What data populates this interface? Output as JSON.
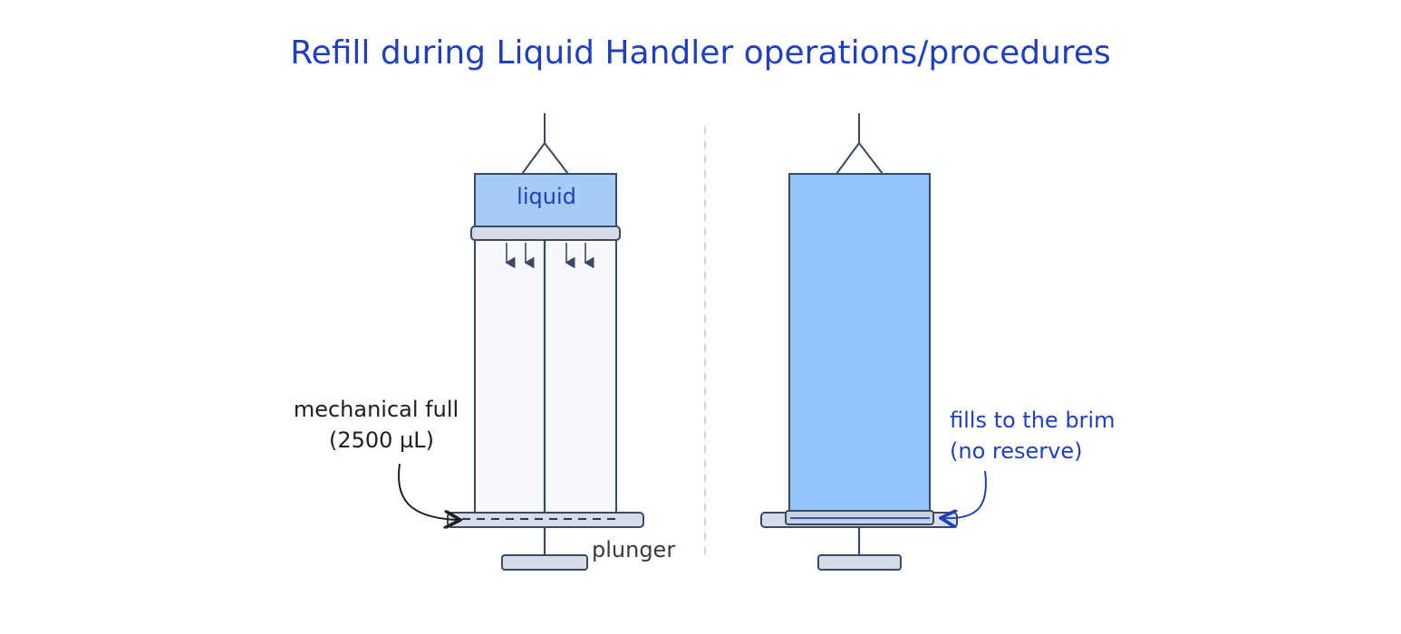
{
  "title": "Refill during Liquid Handler operations/procedures",
  "left_panel": {
    "liquid_label": "liquid",
    "mechanical_full_line1": "mechanical full",
    "mechanical_full_line2": "(2500 µL)",
    "plunger_label": "plunger"
  },
  "right_panel": {
    "brim_line1": "fills to the brim",
    "brim_line2": "(no reserve)"
  },
  "colors": {
    "title": "#1f3fbf",
    "liquid_fill": "#a5cbf7",
    "full_liquid_fill": "#93c3fb",
    "barrel_fill": "#f6f8fb",
    "part_fill": "#d6dde8",
    "outline": "#3b4a63",
    "annotation_blue": "#1f3fbf",
    "annotation_dark": "#1e1e1e",
    "divider": "#c9d3df"
  }
}
